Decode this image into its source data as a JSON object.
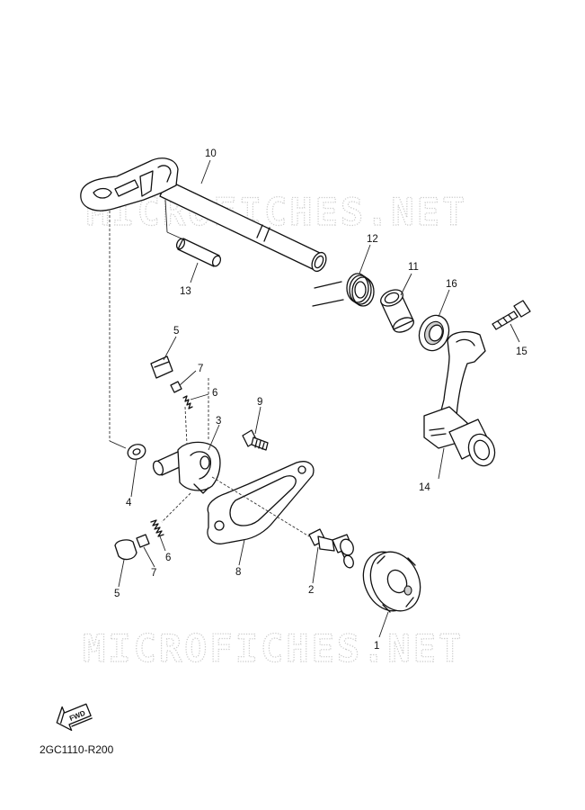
{
  "diagram": {
    "code": "2GC1110-R200",
    "fwd_label": "FWD",
    "watermark": "MICROFICHES.NET",
    "callouts": {
      "c1": "1",
      "c2": "2",
      "c3": "3",
      "c4": "4",
      "c5a": "5",
      "c5b": "5",
      "c6a": "6",
      "c6b": "6",
      "c7a": "7",
      "c7b": "7",
      "c8": "8",
      "c9": "9",
      "c10": "10",
      "c11": "11",
      "c12": "12",
      "c13": "13",
      "c14": "14",
      "c15": "15",
      "c16": "16"
    }
  }
}
